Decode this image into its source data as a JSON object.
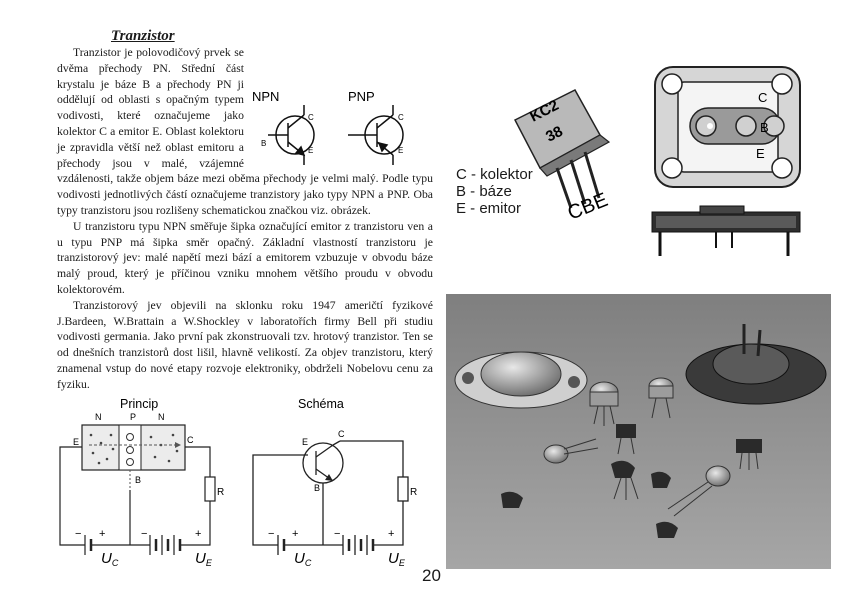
{
  "title": "Tranzistor",
  "paragraphs": [
    "Tranzistor je polovodičový prvek se dvěma přechody PN. Střední část krystalu je báze B a přechody PN ji oddělují od oblasti s opačným typem vodivosti, které označujeme jako kolektor C a emitor E. Oblast kolektoru je zpravidla větší než oblast emitoru a přechody jsou v malé, vzájemné vzdálenosti, takže objem báze mezi oběma přechody je velmi malý. Podle typu vodivosti jednotlivých částí označujeme tranzistory jako typy NPN a PNP. Oba typy tranzistoru jsou rozlišeny schematickou značkou viz. obrázek.",
    "U tranzistoru typu NPN směřuje šipka označující emitor z tranzistoru ven a u typu PNP má šipka směr opačný. Základní vlastností tranzistoru je tranzistorový jev: malé napětí mezi bází a emitorem vzbuzuje v obvodu báze malý proud, který je příčinou vzniku mnohem většího proudu v obvodu kolektorovém.",
    "Tranzistorový jev objevili na sklonku roku 1947 američtí fyzikové J.Bardeen, W.Brattain a W.Shockley v laboratořích firmy Bell při studiu vodivosti germania. Jako první pak zkonstruovali tzv. hrotový tranzistor. Ten se od dnešních tranzistorů dost lišil, hlavně velikostí. Za objev tranzistoru, který znamenal vstup do nové etapy rozvoje elektroniky, obdrželi Nobelovu cenu za fyziku."
  ],
  "symbols": {
    "npn_label": "NPN",
    "pnp_label": "PNP",
    "pin_b": "B",
    "pin_c": "C",
    "pin_e": "E"
  },
  "package_marking": {
    "line1": "KC2",
    "line2": "38",
    "pins": "CBE"
  },
  "legend": [
    "C - kolektor",
    "B - báze",
    "E - emitor"
  ],
  "power_pins": {
    "c": "C",
    "b": "B",
    "e": "E"
  },
  "principle": {
    "title": "Princip",
    "regions": [
      "N",
      "P",
      "N"
    ],
    "terminal_e": "E",
    "terminal_b": "B",
    "terminal_c": "C",
    "resistor": "R",
    "plus": "+",
    "minus": "−",
    "source_c": "U",
    "source_c_sub": "C",
    "source_e": "U",
    "source_e_sub": "E"
  },
  "schematic": {
    "title": "Schéma",
    "terminal_e": "E",
    "terminal_b": "B",
    "terminal_c": "C",
    "resistor": "R",
    "plus": "+",
    "minus": "−",
    "source_c": "U",
    "source_c_sub": "C",
    "source_e": "U",
    "source_e_sub": "E"
  },
  "page_number": "20"
}
